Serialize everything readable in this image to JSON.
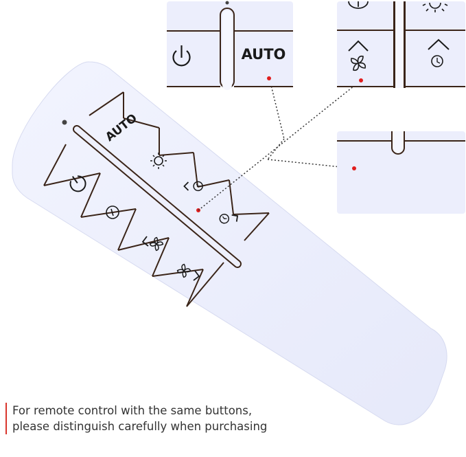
{
  "buttons": {
    "auto": "AUTO",
    "power": "power-icon",
    "light": "light-icon",
    "timer_up": "timer-up-icon",
    "timer_down": "timer-down-icon",
    "info": "info-icon",
    "fan_up": "fan-up-icon",
    "fan_down": "fan-down-icon"
  },
  "zoom_views": {
    "top_left": {
      "label": "AUTO",
      "icon": "power-icon"
    },
    "top_right": {
      "icons": [
        "info-icon",
        "light-icon",
        "fan-up-icon",
        "timer-up-icon"
      ]
    },
    "bottom_right": {
      "icons": [
        "slot-icon"
      ]
    }
  },
  "caption": {
    "line1": "For remote control with the same buttons,",
    "line2": "please distinguish carefully when purchasing"
  },
  "colors": {
    "remote_body": "#e9ecfb",
    "button_lines": "#3a2418",
    "marker_red": "#e01e1e",
    "accent_bar": "#d9342b"
  }
}
